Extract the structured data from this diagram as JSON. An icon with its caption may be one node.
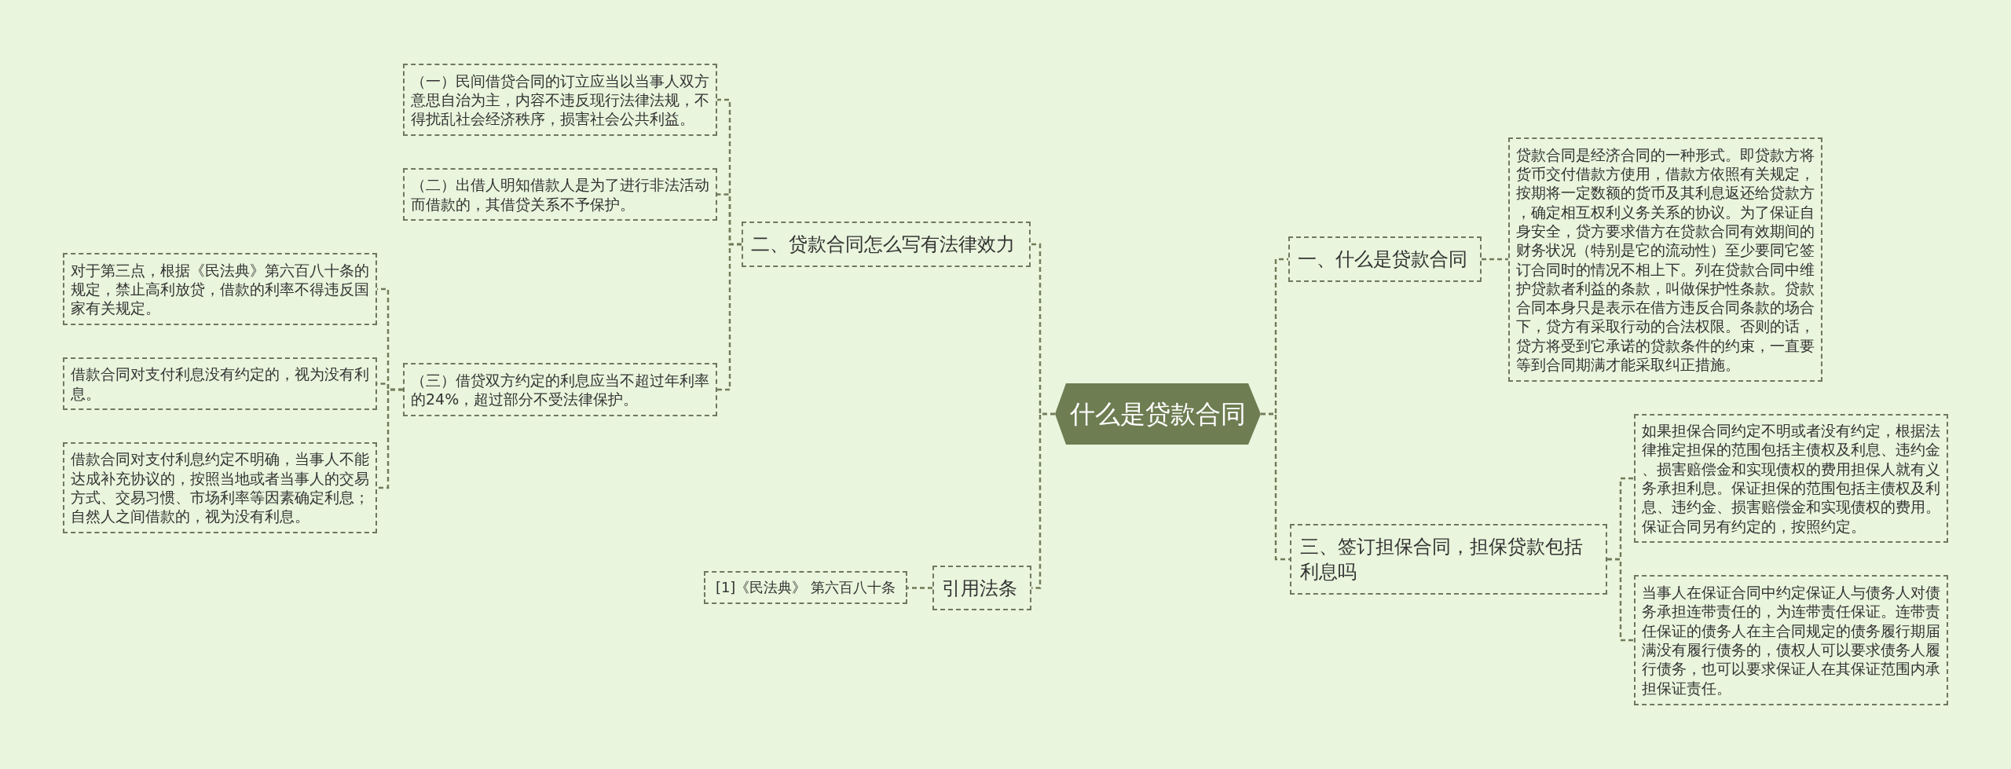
{
  "diagram": {
    "nodes": [
      {
        "text": [
          "什么是贷款合同"
        ]
      },
      {
        "text": [
          "一、什么是贷款合同"
        ]
      },
      {
        "text": [
          "贷款合同是经济合同的一种形式。即贷款方将货币交付借款方使用，借款方依照有关规定，按期将一定数额的货币及其利息返还给贷款方，确定相互权利义务关系的协议。为了保证自身安全，贷方要求借方在贷款合同有效期间的财务状况（特别是它的流动性）至少要同它签订合同时的情况不相上下。列在贷款合同中维护贷款者利益的条款，叫做保护性条款。贷款合同本身只是表示在借方违反合同条款的场合下，贷方有采取行动的合法权限。否则的话，贷方将受到它承诺的贷款条件的约束，一直要等到合同期满才能采取纠正措施。"
        ]
      },
      {
        "text": [
          "三、签订担保合同，担保贷款包括利息吗"
        ]
      },
      {
        "text": [
          "如果担保合同约定不明或者没有约定，根据法律推定担保的范围包括主债权及利息、违约金、损害赔偿金和实现债权的费用担保人就有义务承担利息。保证担保的范围包括主债权及利息、违约金、损害赔偿金和实现债权的费用。保证合同另有约定的，按照约定。"
        ]
      },
      {
        "text": [
          "当事人在保证合同中约定保证人与债务人对债务承担连带责任的，为连带责任保证。连带责任保证的债务人在主合同规定的债务履行期届满没有履行债务的，债权人可以要求债务人履行债务，也可以要求保证人在其保证范围内承担保证责任。"
        ]
      },
      {
        "text": [
          "二、贷款合同怎么写有法律效力"
        ]
      },
      {
        "text": [
          "（一）民间借贷合同的订立应当以当事人双方意思自治为主，内容不违反现行法律法规，不得扰乱社会经济秩序，损害社会公共利益。"
        ]
      },
      {
        "text": [
          "（二）出借人明知借款人是为了进行非法活动而借款的，其借贷关系不予保护。"
        ]
      },
      {
        "text": [
          "（三）借贷双方约定的利息应当不超过年利率的24%，超过部分不受法律保护。"
        ]
      },
      {
        "text": [
          "对于第三点，根据《民法典》第六百八十条的规定，禁止高利放贷，借款的利率不得违反国家有关规定。"
        ]
      },
      {
        "text": [
          "借款合同对支付利息没有约定的，视为没有利息。"
        ]
      },
      {
        "text": [
          "借款合同对支付利息约定不明确，当事人不能达成补充协议的，按照当地或者当事人的交易方式、交易习惯、市场利率等因素确定利息；自然人之间借款的，视为没有利息。"
        ]
      },
      {
        "text": [
          "引用法条"
        ]
      },
      {
        "text": [
          "[1]《民法典》 第六百八十条"
        ]
      }
    ],
    "edges": [
      {
        "from": 0,
        "to": 1,
        "arrow": "none"
      },
      {
        "from": 1,
        "to": 2,
        "arrow": "none"
      },
      {
        "from": 0,
        "to": 3,
        "arrow": "none"
      },
      {
        "from": 3,
        "to": 4,
        "arrow": "none"
      },
      {
        "from": 3,
        "to": 5,
        "arrow": "none"
      },
      {
        "from": 0,
        "to": 6,
        "arrow": "none"
      },
      {
        "from": 6,
        "to": 7,
        "arrow": "none"
      },
      {
        "from": 6,
        "to": 8,
        "arrow": "none"
      },
      {
        "from": 6,
        "to": 9,
        "arrow": "none"
      },
      {
        "from": 9,
        "to": 10,
        "arrow": "none"
      },
      {
        "from": 9,
        "to": 11,
        "arrow": "none"
      },
      {
        "from": 9,
        "to": 12,
        "arrow": "none"
      },
      {
        "from": 0,
        "to": 13,
        "arrow": "none"
      },
      {
        "from": 13,
        "to": 14,
        "arrow": "none"
      }
    ]
  }
}
